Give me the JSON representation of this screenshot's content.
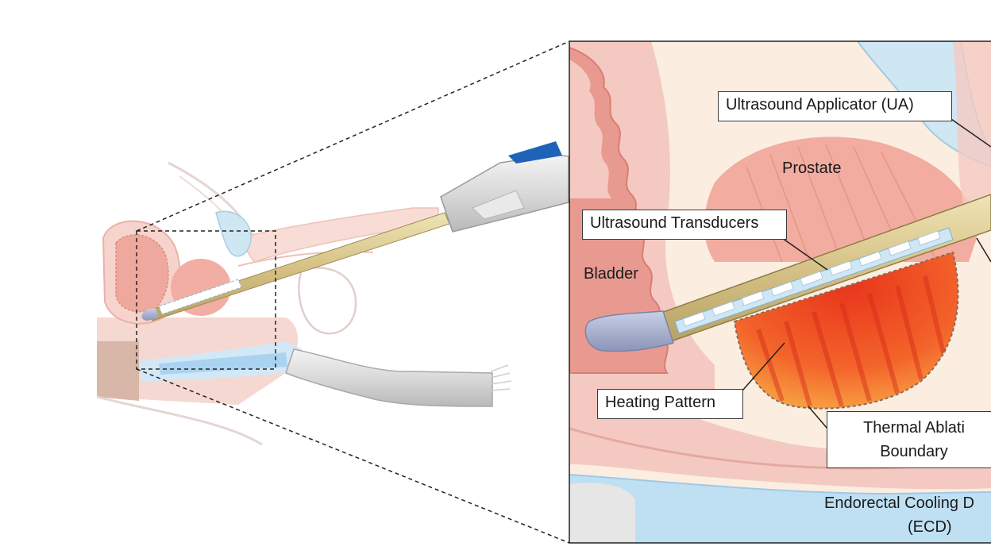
{
  "labels": {
    "ultrasound_applicator": "Ultrasound Applicator (UA)",
    "prostate": "Prostate",
    "ultrasound_transducers": "Ultrasound Transducers",
    "bladder": "Bladder",
    "heating_pattern": "Heating Pattern",
    "thermal_ablation_line1": "Thermal Ablati",
    "thermal_ablation_line2": "Boundary",
    "ecd_line1": "Endorectal Cooling D",
    "ecd_line2": "(ECD)"
  },
  "colors": {
    "tissue_pink": "#f4c9c2",
    "bladder_red": "#e99a90",
    "prostate": "#f0a79b",
    "applicator_tan": "#d9c98f",
    "transducer_blue": "#cfe6f5",
    "heating_orange": "#ee5a2a",
    "cooling_blue": "#bfe0f3",
    "background_cream": "#fbeee0"
  }
}
